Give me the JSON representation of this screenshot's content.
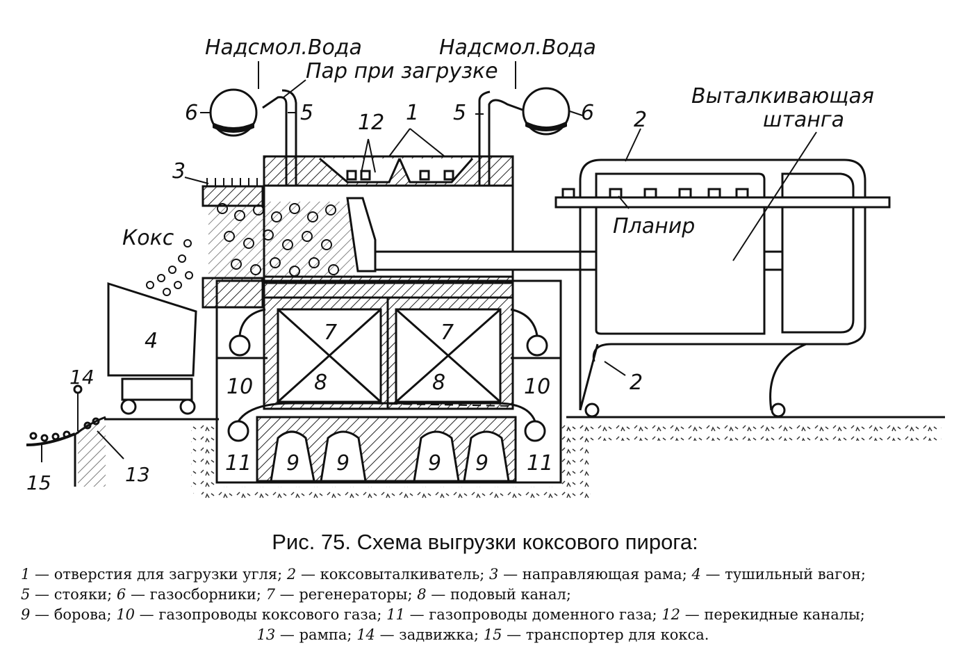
{
  "labels": {
    "water_left": "Надсмол.Вода",
    "water_right": "Надсмол.Вода",
    "steam": "Пар при загрузке",
    "pusher_ram": [
      "Выталкивающая",
      "штанга"
    ],
    "leveller": "Планир",
    "coke": "Кокс",
    "n1": "1",
    "n2a": "2",
    "n2b": "2",
    "n3": "3",
    "n4": "4",
    "n5a": "5",
    "n5b": "5",
    "n6a": "6",
    "n6b": "6",
    "n7a": "7",
    "n7b": "7",
    "n8a": "8",
    "n8b": "8",
    "n9a": "9",
    "n9b": "9",
    "n9c": "9",
    "n9d": "9",
    "n10a": "10",
    "n10b": "10",
    "n11a": "11",
    "n11b": "11",
    "n12": "12",
    "n13": "13",
    "n14": "14",
    "n15": "15"
  },
  "caption": "Рис. 75. Схема выгрузки коксового пирога:",
  "legend": [
    {
      "n": "1",
      "t": "отверстия для загрузки угля;"
    },
    {
      "n": "2",
      "t": "коксовыталкиватель;"
    },
    {
      "n": "3",
      "t": "направляющая рама;"
    },
    {
      "n": "4",
      "t": "тушильный вагон;"
    },
    {
      "n": "5",
      "t": "стояки;"
    },
    {
      "n": "6",
      "t": "газосборники;"
    },
    {
      "n": "7",
      "t": "регенераторы;"
    },
    {
      "n": "8",
      "t": "подовый канал;"
    },
    {
      "n": "9",
      "t": "борова;"
    },
    {
      "n": "10",
      "t": "газопроводы коксового газа;"
    },
    {
      "n": "11",
      "t": "газопроводы доменного газа;"
    },
    {
      "n": "12",
      "t": "перекидные каналы;"
    },
    {
      "n": "13",
      "t": "рампа;"
    },
    {
      "n": "14",
      "t": "задвижка;"
    },
    {
      "n": "15",
      "t": "транспортер для кокса."
    }
  ],
  "dash": "—"
}
